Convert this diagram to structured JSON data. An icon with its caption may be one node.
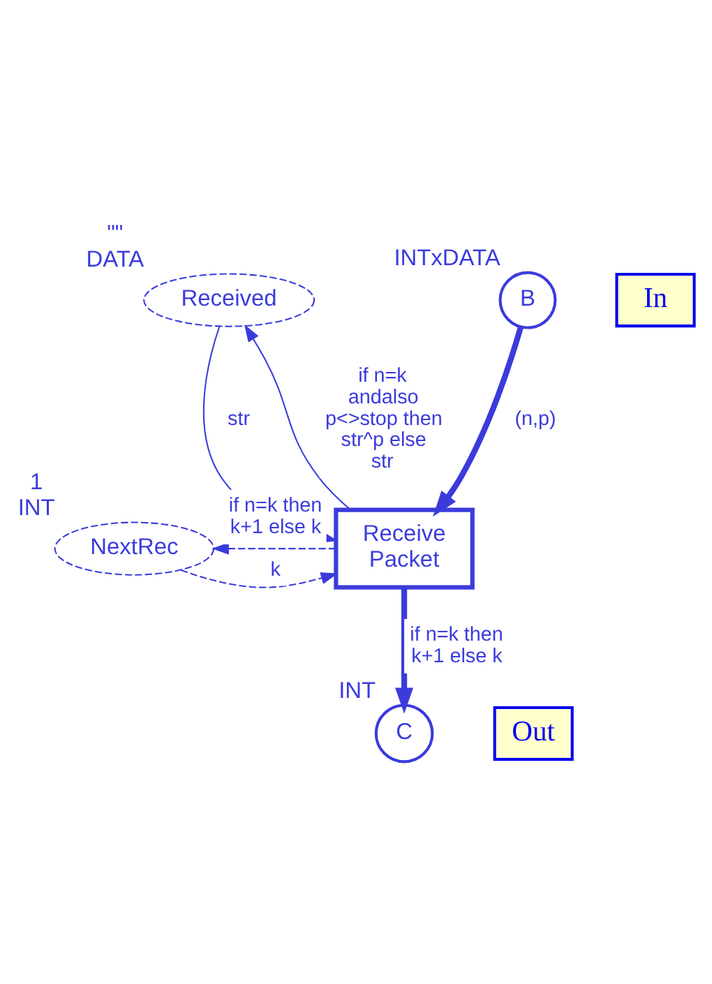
{
  "diagram": {
    "nodes": [
      {
        "text": [
          "Received"
        ],
        "beside": [
          "\"\"",
          "DATA"
        ]
      },
      {
        "text": [
          "B"
        ],
        "beside": [
          "INTxDATA"
        ]
      },
      {
        "text": [
          "In"
        ]
      },
      {
        "text": [
          "NextRec"
        ],
        "beside": [
          "1",
          "INT"
        ]
      },
      {
        "text": [
          "Receive Packet"
        ]
      },
      {
        "text": [
          "Out"
        ]
      },
      {
        "text": [
          "C"
        ],
        "beside": [
          "INT"
        ]
      }
    ],
    "edges": [
      {
        "from": 0,
        "to": 4,
        "arrow": "to",
        "label": "str"
      },
      {
        "from": 4,
        "to": 0,
        "arrow": "to",
        "label": "if n=k andalso p<>stop then str^p else str"
      },
      {
        "from": 1,
        "to": 4,
        "arrow": "to",
        "label": "(n,p)",
        "style": "thick"
      },
      {
        "from": 3,
        "to": 4,
        "arrow": "to",
        "label": "k",
        "style": "dashed"
      },
      {
        "from": 4,
        "to": 3,
        "arrow": "to",
        "label": "if n=k then k+1 else k",
        "style": "dashed"
      },
      {
        "from": 4,
        "to": 6,
        "arrow": "to",
        "label": "if n=k then k+1 else k",
        "style": "thick"
      }
    ]
  }
}
